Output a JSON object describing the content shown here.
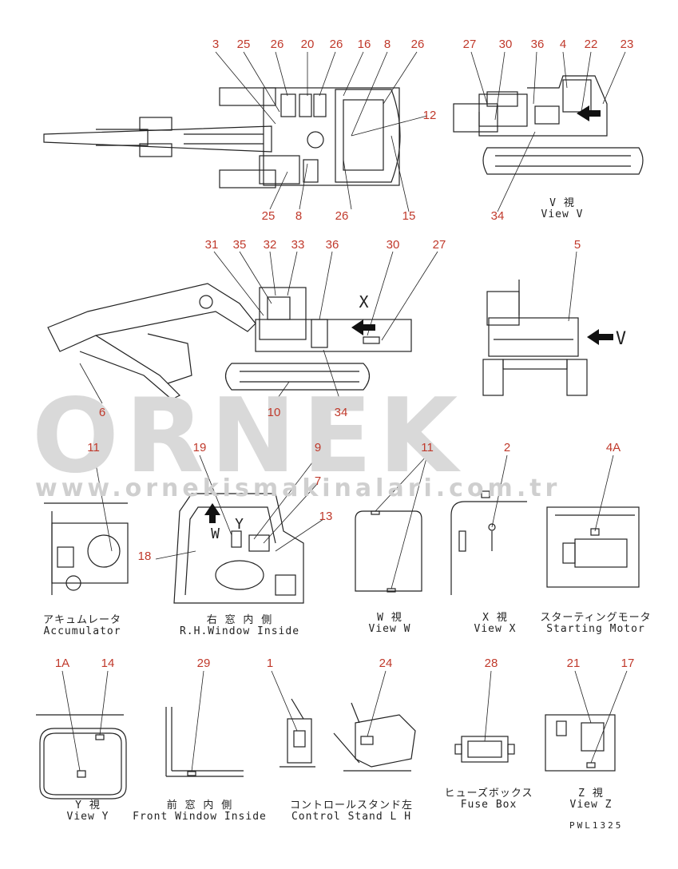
{
  "watermark": {
    "brand": "ORNEK",
    "url": "www.ornekismakinalari.com.tr"
  },
  "drawing_code": "PWL1325",
  "callouts": [
    "3",
    "25",
    "26",
    "20",
    "26",
    "16",
    "8",
    "26",
    "12",
    "15",
    "26",
    "8",
    "25",
    "27",
    "30",
    "36",
    "4",
    "22",
    "23",
    "34",
    "31",
    "35",
    "32",
    "33",
    "36",
    "30",
    "27",
    "5",
    "6",
    "10",
    "34",
    "11",
    "19",
    "9",
    "7",
    "13",
    "18",
    "11",
    "2",
    "4A",
    "1A",
    "14",
    "29",
    "1",
    "24",
    "28",
    "21",
    "17"
  ],
  "views": {
    "view_v": {
      "jp": "V  視",
      "en": "View V"
    },
    "accumulator": {
      "jp": "アキュムレータ",
      "en": "Accumulator"
    },
    "rh_window": {
      "jp": "右 窓 内 側",
      "en": "R.H.Window Inside"
    },
    "view_w": {
      "jp": "W  視",
      "en": "View W"
    },
    "view_x": {
      "jp": "X  視",
      "en": "View X"
    },
    "starting_motor": {
      "jp": "スターティングモータ",
      "en": "Starting Motor"
    },
    "view_y": {
      "jp": "Y  視",
      "en": "View Y"
    },
    "front_window": {
      "jp": "前 窓 内 側",
      "en": "Front Window Inside"
    },
    "control_stand": {
      "jp": "コントロールスタンド左",
      "en": "Control Stand L H"
    },
    "fuse_box": {
      "jp": "ヒューズボックス",
      "en": "Fuse Box"
    },
    "view_z": {
      "jp": "Z  視",
      "en": "View Z"
    }
  },
  "marks": {
    "v": "V",
    "w": "W",
    "y": "Y",
    "x": "X"
  }
}
